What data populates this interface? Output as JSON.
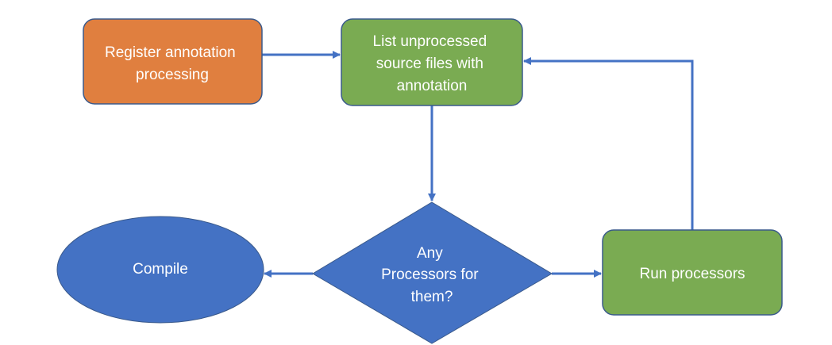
{
  "nodes": {
    "register": {
      "lines": [
        "Register annotation",
        "processing"
      ],
      "fill": "#e07f3f",
      "stroke": "#3a5a8c"
    },
    "list": {
      "lines": [
        "List unprocessed",
        "source files with",
        "annotation"
      ],
      "fill": "#7aab52",
      "stroke": "#3a5a8c"
    },
    "decision": {
      "lines": [
        "Any",
        "Processors for",
        "them?"
      ],
      "fill": "#4472c4",
      "stroke": "#3a5a8c"
    },
    "compile": {
      "lines": [
        "Compile"
      ],
      "fill": "#4472c4",
      "stroke": "#3a5a8c"
    },
    "run": {
      "lines": [
        "Run processors"
      ],
      "fill": "#7aab52",
      "stroke": "#3a5a8c"
    }
  },
  "connector_color": "#4472c4"
}
